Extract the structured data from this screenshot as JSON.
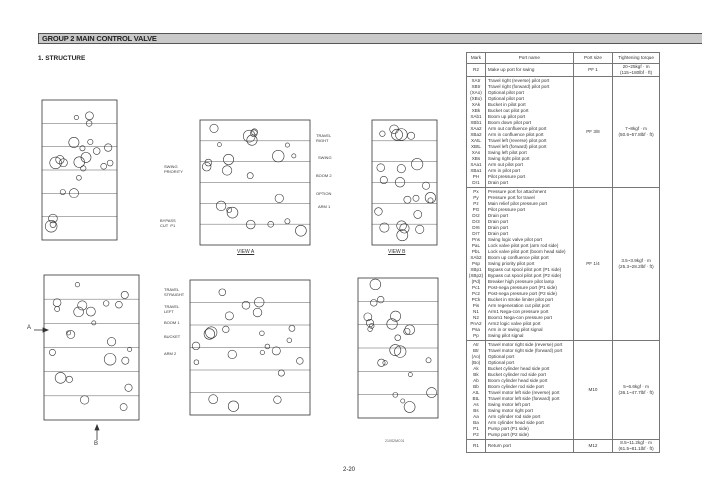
{
  "header": {
    "group_title": "GROUP  2  MAIN CONTROL VALVE",
    "section_title": "1. STRUCTURE"
  },
  "drawing": {
    "view_a": "VIEW  A",
    "view_b": "VIEW  B",
    "arrow_a": "A",
    "arrow_b": "B",
    "labels": {
      "travel_right": "TRAVEL\nRIGHT",
      "swing": "SWING",
      "boom2": "BOOM 2",
      "arm1": "ARM 1",
      "option": "OPTION",
      "swing_priority": "SWING\nPRIORITY",
      "bypass_cut_p1": "BYPASS\nCUT  P1",
      "travel_straight": "TRAVEL\nSTRAIGHT",
      "travel_left": "TRAVEL\nLEFT",
      "boom1": "BOOM 1",
      "bucket": "BUCKET",
      "arm2": "ARM 2"
    },
    "figure_code": "210S2MC01"
  },
  "table": {
    "headers": [
      "Mark",
      "Port name",
      "Port size",
      "Tightening torque"
    ],
    "groups": [
      {
        "marks": [
          "R2"
        ],
        "names": [
          "Make up port for swing"
        ],
        "size": "PF 1",
        "torque": [
          "20~25kgf · m",
          "(115~180lbf · ft)"
        ]
      },
      {
        "marks": [
          "XAtr",
          "XBtr",
          "(XAo)",
          "(XBo)",
          "XAk",
          "XBk",
          "XAb1",
          "XBb1",
          "XAa2",
          "XBa2",
          "XAtL",
          "XBtL",
          "XAs",
          "XBs",
          "XAa1",
          "XBa1",
          "PH",
          "Dr1"
        ],
        "names": [
          "Travel right (reverse) pilot port",
          "Travel right (forward) pilot port",
          "Optional pilot port",
          "Optional pilot port",
          "Bucket in pilot port",
          "Bucket out pilot port",
          "Boom up pilot port",
          "Boom down pilot port",
          "Arm out confluence pilot port",
          "Arm in confluence pilot port",
          "Travel left (reverse) pilot port",
          "Travel left (forward) pilot port",
          "Swing left pilot port",
          "Swing right pilot port",
          "Arm out pilot port",
          "Arm in pilot port",
          "Pilot pressure port",
          "Drain port"
        ],
        "size": "PF 3/8",
        "torque": [
          "7~8kgf · m",
          "(50.6~57.8lbf · ft)"
        ]
      },
      {
        "marks": [
          "Px",
          "Py",
          "Pz",
          "PG",
          "Dr2",
          "Dr3",
          "Dr6",
          "Dr7",
          "Pns",
          "PaL",
          "PbL",
          "XAb2",
          "Psp",
          "XBp1",
          "(XBp2)",
          "(Pd)",
          "Pc1",
          "Pc2",
          "PCk",
          "Pis",
          "N1",
          "N2",
          "PnA2",
          "Psa",
          "Pp"
        ],
        "names": [
          "Pressure port for attachment",
          "Pressure port for travel",
          "Main relief pilot pressure port",
          "Pilot pressure port",
          "Drain port",
          "Drain port",
          "Drain port",
          "Drain port",
          "Swing logic valve pilot port",
          "Lock valve pilot port (arm rod side)",
          "Lock valve pilot port (boom head side)",
          "Boom up confluence pilot port",
          "Swing priority pilot port",
          "Bypass cut spool pilot port (P1 side)",
          "Bypass cut spool pilot port (P2 side)",
          "Breaker high pressure pilot lamp",
          "Post-nega pressure port (P1 side)",
          "Post-nega pressure port (P2 side)",
          "Bucket in stroke limiter pilot port",
          "Arm regeneration cut pilot port",
          "Arm1 Nega-con pressure port",
          "Boom1 Nega-con pressure port",
          "Arm2 logic valve pilot port",
          "Arm in or swing pilot signal",
          "Swing pilot signal"
        ],
        "size": "PF 1/4",
        "torque": [
          "3.5~3.9kgf · m",
          "(25.3~28.2lbf · ft)"
        ]
      },
      {
        "marks": [
          "Atr",
          "Btr",
          "(Ao)",
          "(Bo)",
          "Ak",
          "Bk",
          "Ab",
          "Bb",
          "AtL",
          "BtL",
          "As",
          "Bs",
          "Aa",
          "Ba",
          "P1",
          "P2"
        ],
        "names": [
          "Travel motor right side (reverse) port",
          "Travel motor right side (forward) port",
          "Optional port",
          "Optional port",
          "Bucket cylinder head side port",
          "Bucket cylinder rod side port",
          "Boom cylinder head side port",
          "Boom cylinder rod side port",
          "Travel motor left side (reverse) port",
          "Travel motor left side (forward) port",
          "Swing motor left port",
          "Swing motor right port",
          "Arm cylinder rod side port",
          "Arm cylinder head side port",
          "Pump port (P1 side)",
          "Pump port (P2 side)"
        ],
        "size": "M10",
        "torque": [
          "5~6.6kgf · m",
          "(36.1~47.7lbf · ft)"
        ]
      },
      {
        "marks": [
          "R1"
        ],
        "names": [
          "Return port"
        ],
        "size": "M12",
        "torque": [
          "8.5~11.2kgf · m",
          "(61.5~81.1lbf · ft)"
        ]
      }
    ]
  },
  "footer": {
    "page_number": "2-20"
  }
}
